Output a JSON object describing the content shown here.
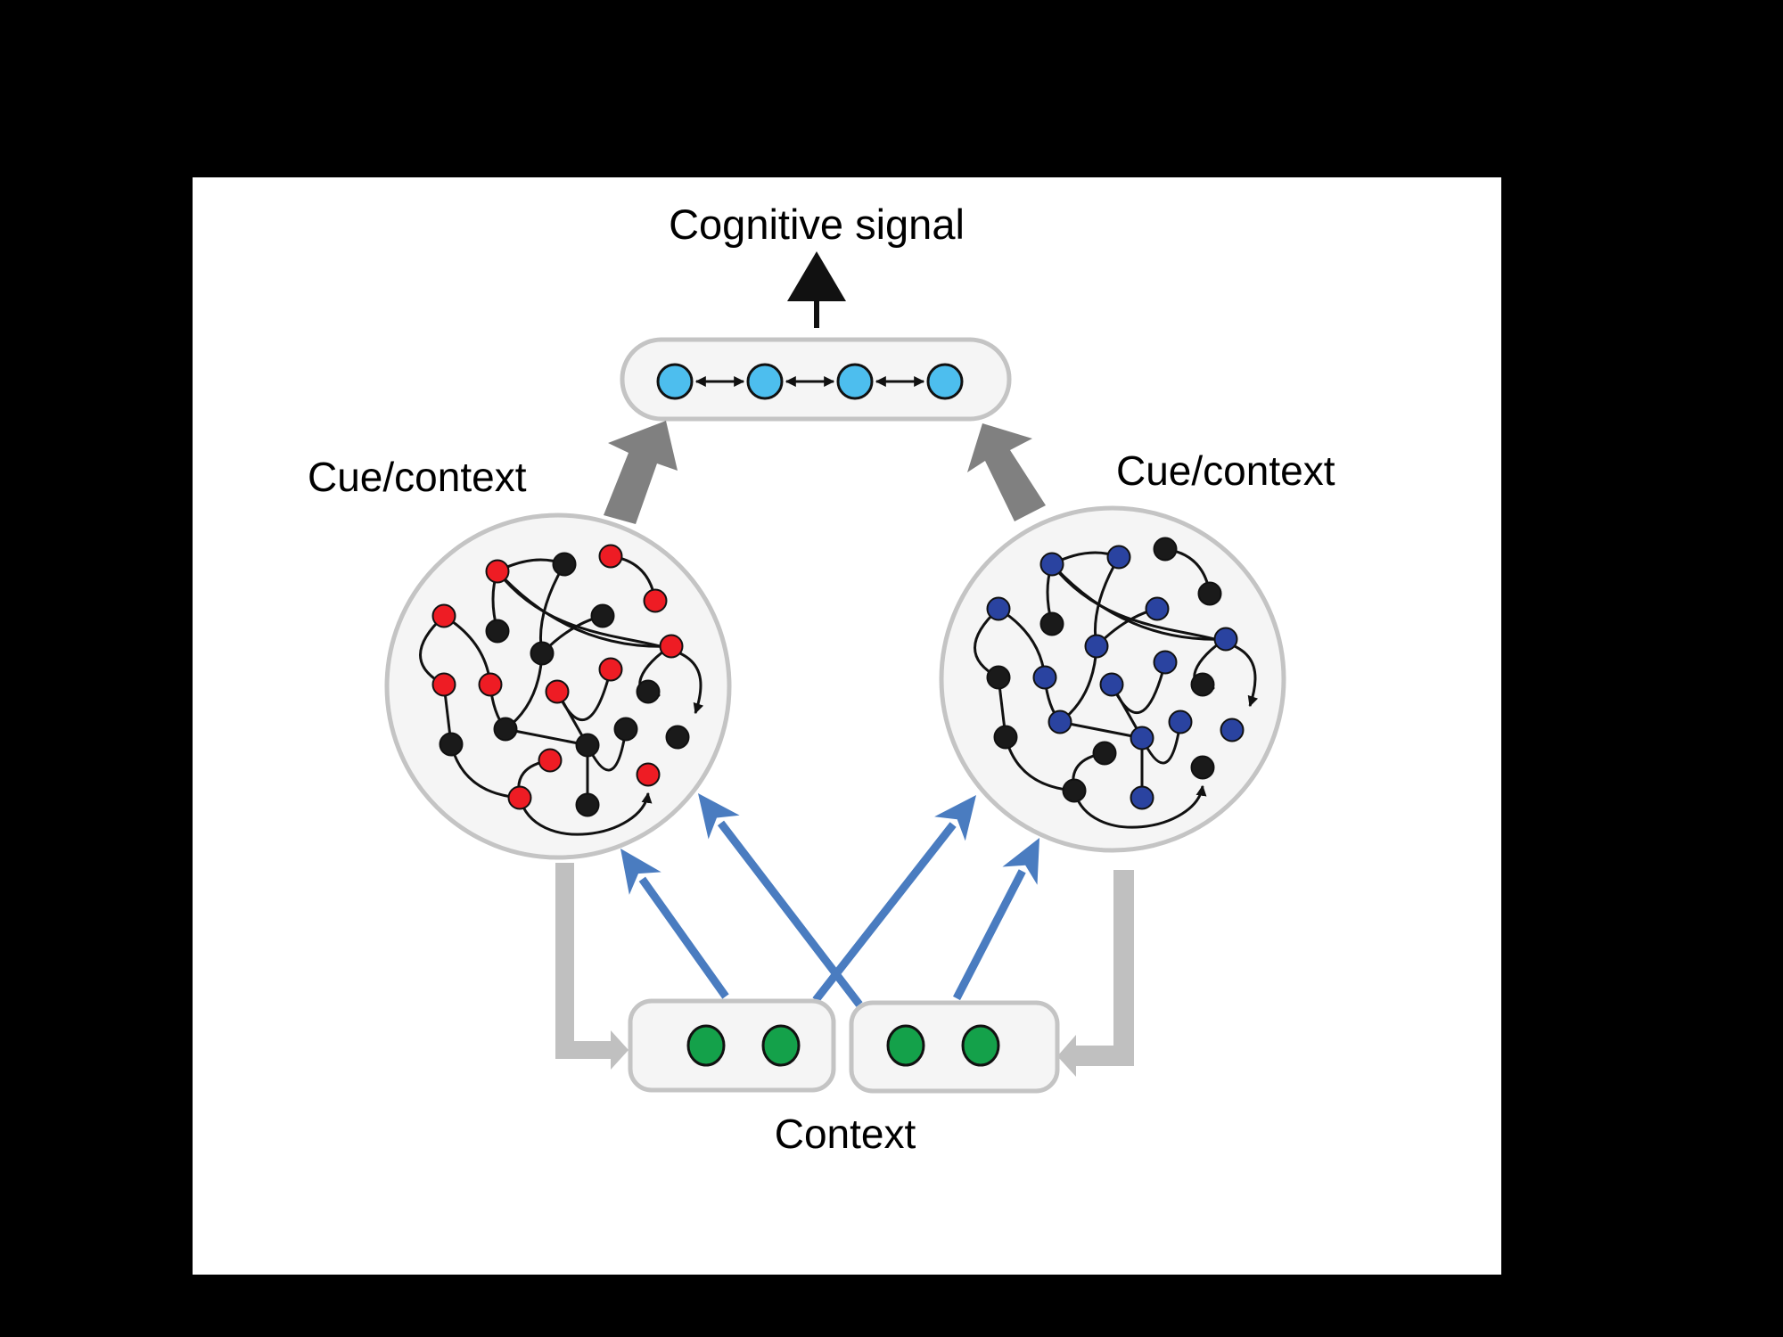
{
  "figure": {
    "title": "Cognitive signal",
    "left_label": "Cue/context",
    "right_label": "Cue/context",
    "bottom_label": "Context"
  },
  "colors": {
    "background": "#000000",
    "panel": "#ffffff",
    "cyan_node": "#4dbeee",
    "red_node": "#ee1c24",
    "blue_node": "#2a43a0",
    "black_node": "#1a1a1a",
    "green_node": "#14a14a",
    "input_arrow": "#4a7cc0",
    "output_arrow": "#808080",
    "feedback_arrow": "#c0c0c0",
    "container_fill": "#f5f5f5",
    "container_stroke": "#c0c0c0"
  },
  "output_layer": {
    "node_count": 4,
    "links": "bidirectional"
  },
  "context_layer": {
    "groups": [
      {
        "node_count": 2
      },
      {
        "node_count": 2
      }
    ]
  },
  "networks": {
    "left": {
      "name": "cue-context-network-left",
      "active_color": "red",
      "node_states": [
        "R",
        "K",
        "R",
        "R",
        "R",
        "K",
        "K",
        "K",
        "R",
        "R",
        "R",
        "R",
        "R",
        "K",
        "K",
        "K",
        "K",
        "K",
        "K",
        "R",
        "R",
        "R",
        "K"
      ]
    },
    "right": {
      "name": "cue-context-network-right",
      "active_color": "blue",
      "node_states": [
        "B",
        "B",
        "K",
        "K",
        "B",
        "K",
        "B",
        "B",
        "B",
        "K",
        "B",
        "B",
        "B",
        "K",
        "B",
        "K",
        "B",
        "B",
        "B",
        "K",
        "K",
        "K",
        "B"
      ]
    }
  }
}
